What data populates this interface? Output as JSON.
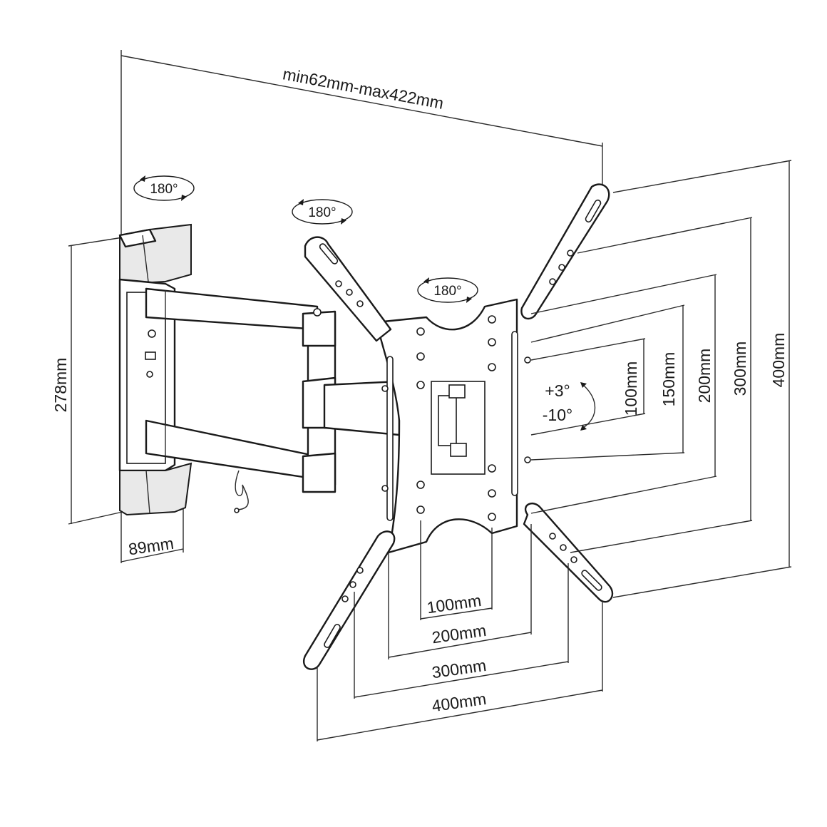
{
  "labels": {
    "arm_extension": "min62mm-max422mm",
    "wall_plate_height": "278mm",
    "wall_plate_width": "89mm",
    "vesa_h_100": "100mm",
    "vesa_h_200": "200mm",
    "vesa_h_300": "300mm",
    "vesa_h_400": "400mm",
    "vesa_v_100": "100mm",
    "vesa_v_150": "150mm",
    "vesa_v_200": "200mm",
    "vesa_v_300": "300mm",
    "vesa_v_400": "400mm",
    "tilt_up": "+3°",
    "tilt_down": "-10°"
  },
  "rotations": [
    "180°",
    "180°",
    "180°"
  ],
  "colors": {
    "line": "#1a1a1a",
    "shade": "#e9e9e9",
    "background": "#ffffff"
  }
}
